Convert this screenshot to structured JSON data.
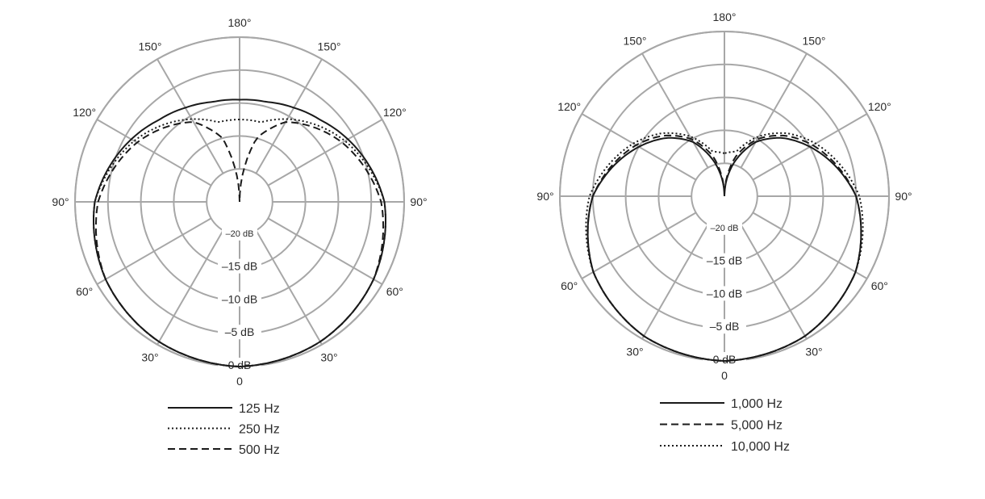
{
  "chart_data": [
    {
      "type": "polar",
      "angle_labels": [
        "0",
        "30°",
        "60°",
        "90°",
        "120°",
        "150°",
        "180°",
        "150°",
        "120°",
        "90°",
        "60°",
        "30°"
      ],
      "ring_labels": [
        "0 dB",
        "–5 dB",
        "–10 dB",
        "–15 dB",
        "–20 dB"
      ],
      "ring_values_db": [
        0,
        -5,
        -10,
        -15,
        -20
      ],
      "rlim_db": [
        -25,
        0
      ],
      "grid": true,
      "legend_position": "bottom",
      "series": [
        {
          "name": "125 Hz",
          "dash": "solid",
          "angles": [
            0,
            30,
            60,
            90,
            120,
            135,
            150,
            165,
            180
          ],
          "values_db": [
            0,
            -0.5,
            -1.5,
            -3,
            -6,
            -7.5,
            -8.5,
            -9.3,
            -9.5
          ]
        },
        {
          "name": "250 Hz",
          "dash": "dotted",
          "angles": [
            0,
            30,
            60,
            90,
            120,
            135,
            150,
            165,
            180
          ],
          "values_db": [
            0,
            -0.5,
            -1.5,
            -3,
            -6.5,
            -8.5,
            -10.5,
            -12.5,
            -12.5
          ]
        },
        {
          "name": "500 Hz",
          "dash": "dashed",
          "angles": [
            0,
            30,
            60,
            90,
            120,
            135,
            150,
            165,
            180
          ],
          "values_db": [
            0,
            -0.5,
            -1.5,
            -3.5,
            -7,
            -9,
            -11,
            -15,
            -25
          ]
        }
      ]
    },
    {
      "type": "polar",
      "angle_labels": [
        "0",
        "30°",
        "60°",
        "90°",
        "120°",
        "150°",
        "180°",
        "150°",
        "120°",
        "90°",
        "60°",
        "30°"
      ],
      "ring_labels": [
        "0 dB",
        "–5 dB",
        "–10 dB",
        "–15 dB",
        "–20 dB"
      ],
      "ring_values_db": [
        0,
        -5,
        -10,
        -15,
        -20
      ],
      "rlim_db": [
        -25,
        0
      ],
      "grid": true,
      "legend_position": "bottom",
      "series": [
        {
          "name": "1,000 Hz",
          "dash": "solid",
          "angles": [
            0,
            30,
            60,
            90,
            120,
            135,
            150,
            165,
            180
          ],
          "values_db": [
            0,
            -0.5,
            -2,
            -5,
            -10,
            -12.5,
            -15.5,
            -20,
            -25
          ]
        },
        {
          "name": "5,000 Hz",
          "dash": "dashed",
          "angles": [
            0,
            30,
            60,
            90,
            120,
            135,
            150,
            165,
            180
          ],
          "values_db": [
            0,
            -0.5,
            -2,
            -5,
            -9.5,
            -12,
            -15,
            -19,
            -25
          ]
        },
        {
          "name": "10,000 Hz",
          "dash": "dotted",
          "angles": [
            0,
            30,
            60,
            90,
            120,
            135,
            150,
            165,
            180
          ],
          "values_db": [
            0,
            -0.5,
            -2,
            -4.5,
            -9,
            -11.5,
            -14.5,
            -18,
            -18.5
          ]
        }
      ]
    }
  ]
}
